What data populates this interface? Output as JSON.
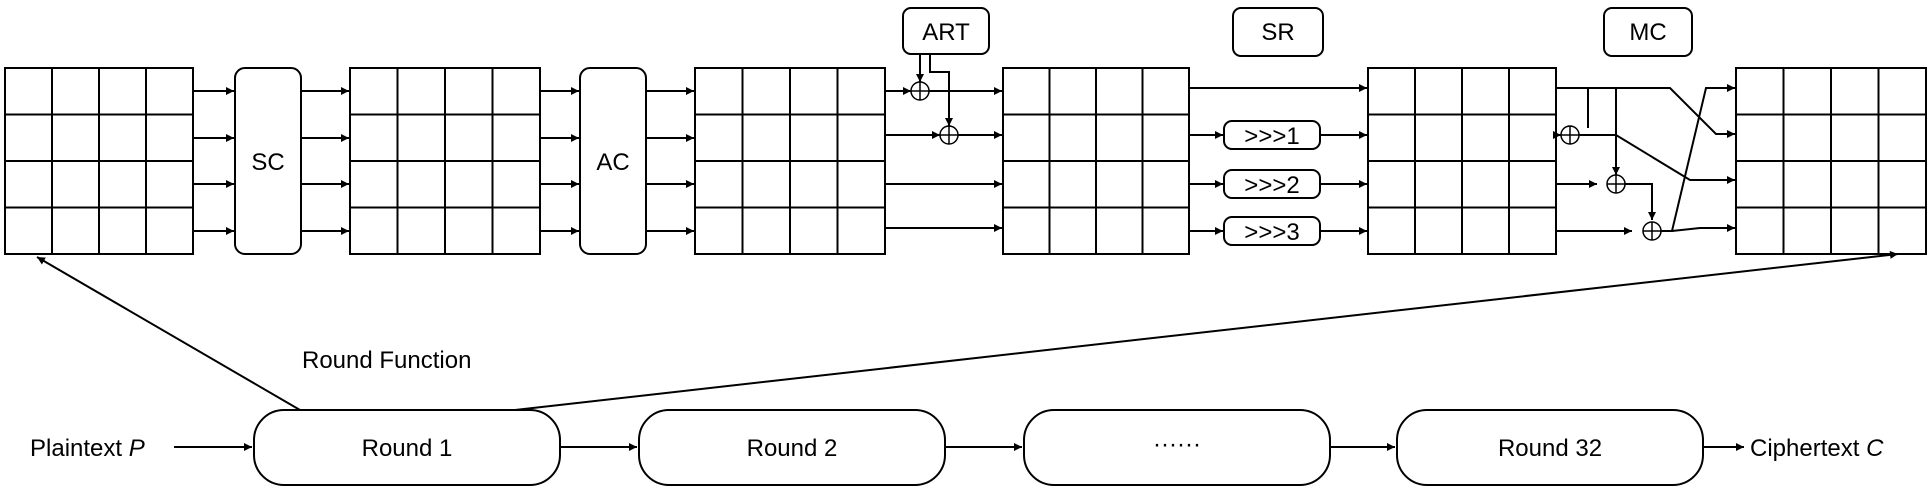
{
  "boxes": {
    "sc": "SC",
    "ac": "AC",
    "art": "ART",
    "sr": "SR",
    "mc": "MC"
  },
  "shifts": {
    "row1": ">>>1",
    "row2": ">>>2",
    "row3": ">>>3"
  },
  "round_function_label": "Round Function",
  "flow": {
    "input_label": "Plaintext ",
    "input_var": "P",
    "rounds": [
      "Round 1",
      "Round 2",
      "······",
      "Round 32"
    ],
    "output_label": "Ciphertext ",
    "output_var": "C"
  },
  "colors": {
    "stroke": "#000000",
    "background": "#ffffff"
  }
}
